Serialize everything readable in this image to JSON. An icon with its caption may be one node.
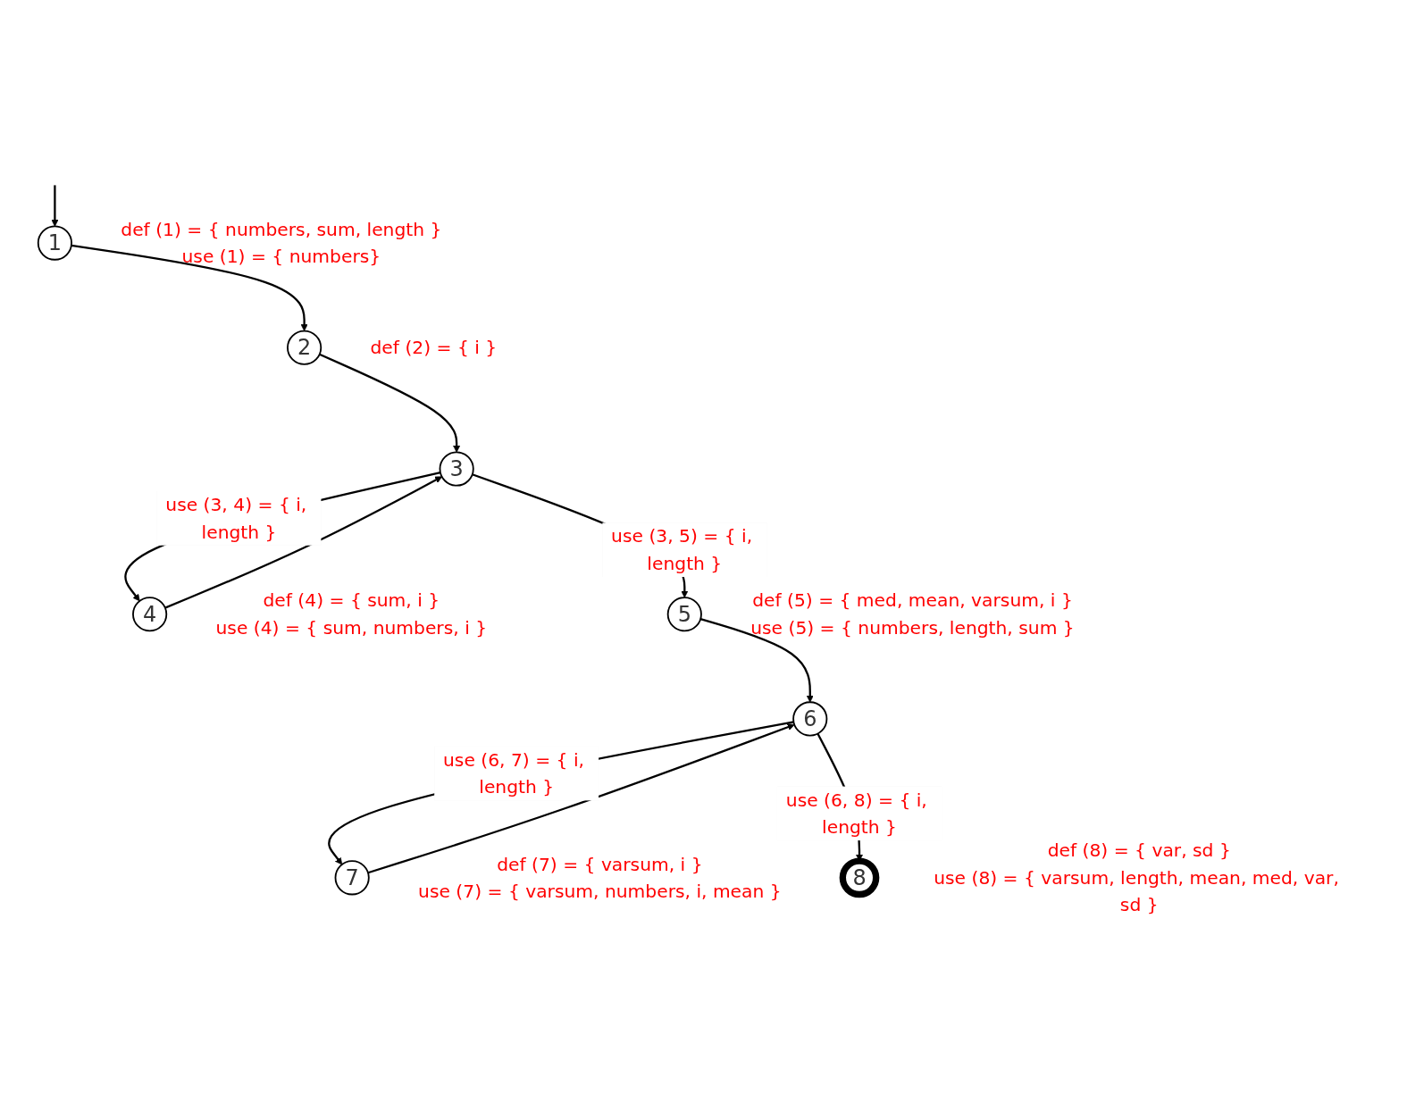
{
  "diagram": {
    "nodes": [
      {
        "text": [
          "1"
        ],
        "beside": [
          "def (1) = { numbers, sum, length }",
          "use (1) = { numbers}"
        ]
      },
      {
        "text": [
          "2"
        ],
        "beside": [
          "def (2) = { i }"
        ]
      },
      {
        "text": [
          "3"
        ]
      },
      {
        "text": [
          "4"
        ],
        "beside": [
          "def (4) = { sum, i }",
          "use (4) = { sum, numbers, i }"
        ]
      },
      {
        "text": [
          "5"
        ],
        "beside": [
          "def (5) = { med, mean, varsum, i }",
          "use (5) = { numbers, length, sum }"
        ]
      },
      {
        "text": [
          "6"
        ]
      },
      {
        "text": [
          "7"
        ],
        "beside": [
          "def (7) = { varsum, i }",
          "use (7) = { varsum, numbers, i, mean }"
        ]
      },
      {
        "text": [
          "8"
        ],
        "beside": [
          "def (8) = { var, sd }",
          "use (8) = { varsum, length, mean, med, var, sd }"
        ]
      }
    ],
    "edges": [
      {
        "from": null,
        "to": 0,
        "arrow": "to"
      },
      {
        "from": 0,
        "to": 1,
        "arrow": "to"
      },
      {
        "from": 1,
        "to": 2,
        "arrow": "to"
      },
      {
        "from": 2,
        "to": 3,
        "arrow": "to",
        "label": "use (3, 4) = { i, length }"
      },
      {
        "from": 3,
        "to": 2,
        "arrow": "to"
      },
      {
        "from": 2,
        "to": 4,
        "arrow": "to",
        "label": "use (3, 5) = { i, length }"
      },
      {
        "from": 4,
        "to": 5,
        "arrow": "to"
      },
      {
        "from": 5,
        "to": 6,
        "arrow": "to",
        "label": "use (6, 7) = { i, length }"
      },
      {
        "from": 6,
        "to": 5,
        "arrow": "to"
      },
      {
        "from": 5,
        "to": 7,
        "arrow": "to",
        "label": "use (6, 8) = { i, length }"
      }
    ]
  }
}
